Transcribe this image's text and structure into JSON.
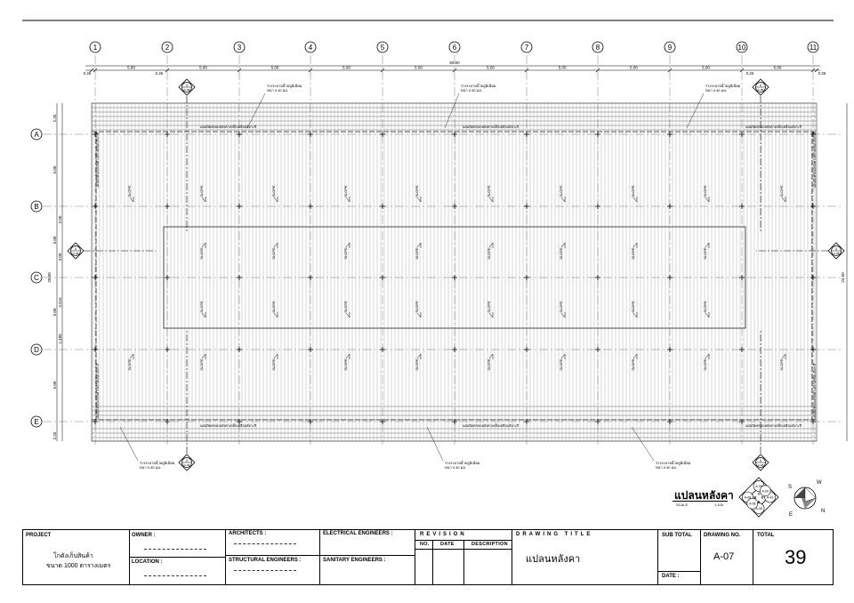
{
  "grid": {
    "columns": [
      "1",
      "2",
      "3",
      "4",
      "5",
      "6",
      "7",
      "8",
      "9",
      "10",
      "11"
    ],
    "rows": [
      "A",
      "B",
      "C",
      "D",
      "E"
    ],
    "top_dims": [
      "5.00",
      "5.00",
      "5.00",
      "5.00",
      "5.00",
      "5.00",
      "5.00",
      "5.00",
      "5.00",
      "5.00"
    ],
    "overall_top_dim": "50.00",
    "edge_dim": "0.25",
    "left_dims": [
      "2.25",
      "5.00",
      "2.00",
      "5.00",
      "3.00",
      "5.00",
      "3.515",
      "1.485",
      "5.00",
      "2.25"
    ],
    "left_overall": "20.00",
    "right_overall": "24.50"
  },
  "notes": {
    "gutter_note_line1": "รางระบายน้ำอลูมิเนียม",
    "gutter_note_line2": "หนา 0.40 มม.",
    "ridge_note": "แผ่นปิดครอบหลังคาเหล็กเคลือบสังกะสี",
    "slope_label": "SLOPE"
  },
  "section_markers": {
    "top": [
      "A-08",
      "A-08"
    ],
    "side_left": "A-08",
    "side_right": "A-08"
  },
  "drawing_title": {
    "title": "แปลนหลังคา",
    "scale_label": "SCALE",
    "scale_value": "1:100"
  },
  "key_plan": {
    "letters": [
      "C",
      "D",
      "B",
      "A"
    ],
    "refs": [
      "A-09",
      "A-09",
      "A-08",
      "A-08",
      "A-09",
      "A-08"
    ]
  },
  "compass": {
    "letters": [
      "S",
      "W",
      "E",
      "N"
    ]
  },
  "title_block": {
    "project_label": "PROJECT",
    "project_line1": "โกดังเก็บสินค้า",
    "project_line2": "ขนาด 1000 ตารางเมตร",
    "owner_label": "OWNER :",
    "location_label": "LOCATION :",
    "architects_label": "ARCHITECTS :",
    "structural_label": "STRUCTURAL ENGINEERS :",
    "electrical_label": "ELECTRICAL ENGINEERS :",
    "sanitary_label": "SANITARY ENGINEERS :",
    "revision_label": "REVISION",
    "rev_no": "NO.",
    "rev_date": "DATE",
    "rev_desc": "DESCRIPTION",
    "drawing_title_label": "DRAWING TITLE",
    "drawing_title_value": "แปลนหลังคา",
    "sub_total_label": "SUB TOTAL",
    "drawing_no_label": "DRAWING NO.",
    "drawing_no": "A-07",
    "total_label": "TOTAL",
    "total": "39",
    "date_label": "DATE :"
  }
}
